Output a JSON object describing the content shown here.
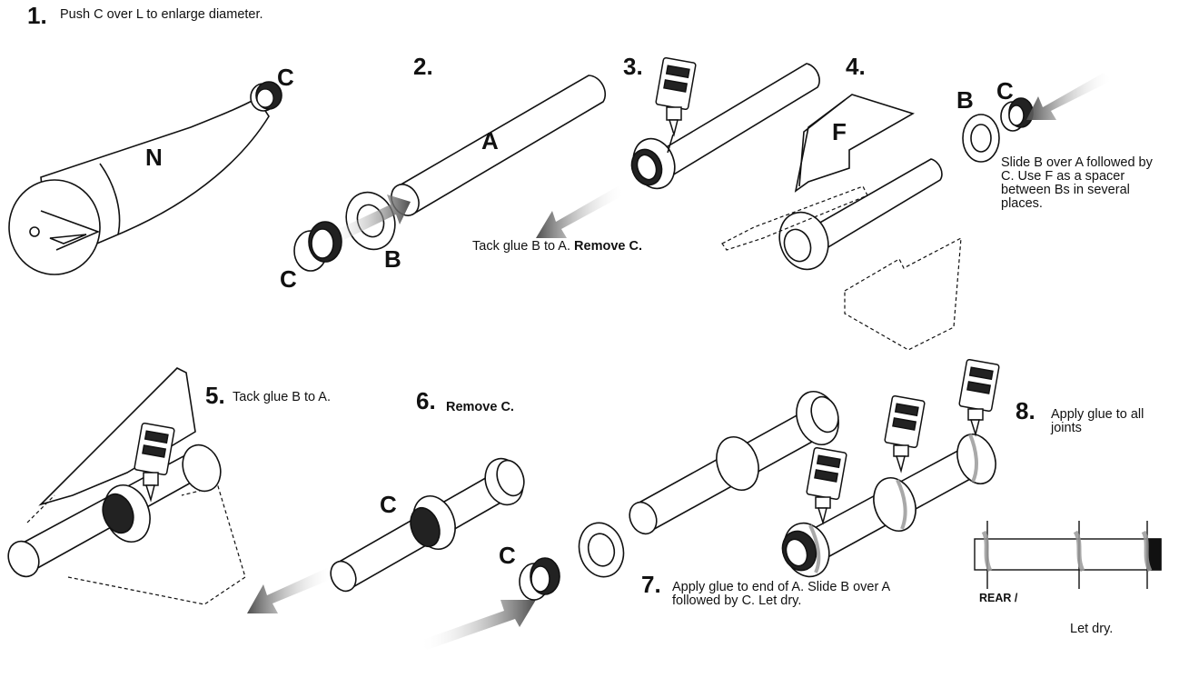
{
  "steps": [
    {
      "number": "1.",
      "text": "Push C over L to enlarge diameter."
    },
    {
      "number": "2.",
      "text": ""
    },
    {
      "number": "3.",
      "text": "Tack glue B to A.",
      "bold_text": "Remove C."
    },
    {
      "number": "4.",
      "text": "Slide B over A followed by C. Use F as a spacer between Bs in several places."
    },
    {
      "number": "5.",
      "text": "Tack glue B to A."
    },
    {
      "number": "6.",
      "text": "Remove C."
    },
    {
      "number": "7.",
      "text": "Apply glue to end of A. Slide B over A followed by C. Let dry."
    },
    {
      "number": "8.",
      "text": "Apply glue to all joints",
      "text2": "Let dry."
    }
  ],
  "part_labels": {
    "nose": "N",
    "collar": "C",
    "tube": "A",
    "ring": "B",
    "fin": "F"
  },
  "rear_label": "REAR /",
  "colors": {
    "ink": "#111111",
    "glue": "#9a9a9a",
    "arrow_dark": "#555555",
    "arrow_light": "#e8e8e8"
  }
}
